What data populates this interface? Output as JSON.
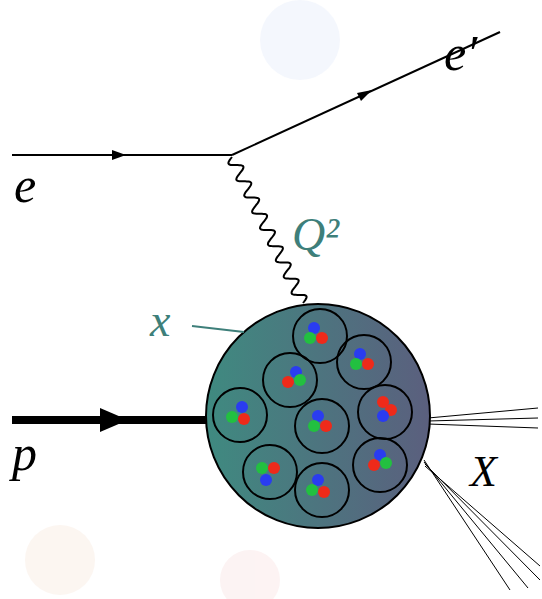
{
  "diagram": {
    "labels": [
      "e",
      "e′",
      "Q²",
      "x",
      "p",
      "X"
    ]
  }
}
